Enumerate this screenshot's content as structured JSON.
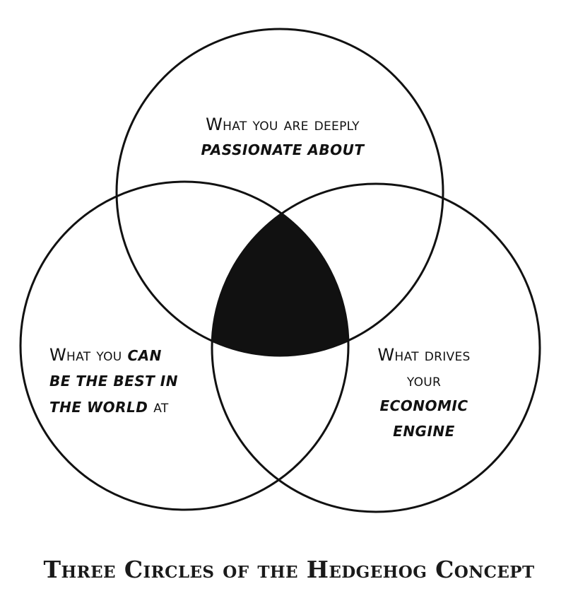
{
  "circles": {
    "top": {
      "line1": "What you are deeply",
      "line2": "PASSIONATE ABOUT"
    },
    "left": {
      "line1_normal": "What you",
      "line1_bold": "CAN",
      "line2": "BE THE BEST IN",
      "line3_bold": "THE WORLD",
      "line3_normal": "at"
    },
    "right": {
      "line1": "What drives",
      "line2": "your",
      "line3": "ECONOMIC",
      "line4": "ENGINE"
    }
  },
  "caption": "Three Circles of the Hedgehog Concept",
  "colors": {
    "stroke": "#111111",
    "intersection_fill": "#111111",
    "background": "#ffffff"
  }
}
